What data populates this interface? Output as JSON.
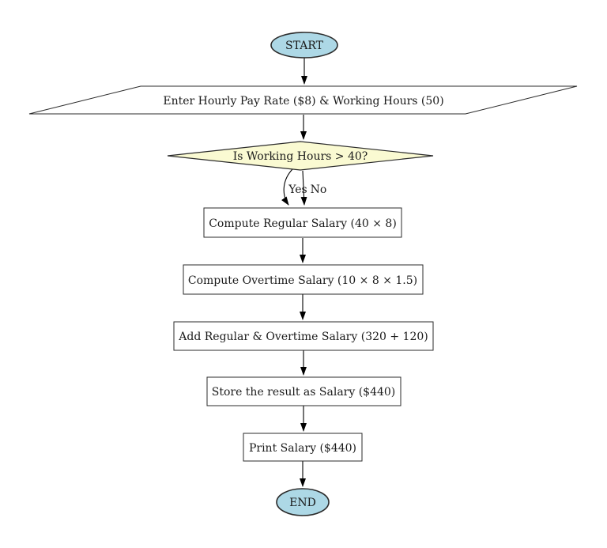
{
  "flowchart": {
    "nodes": {
      "start": {
        "label": "START",
        "type": "terminal"
      },
      "input": {
        "label": "Enter Hourly Pay Rate ($8) & Working Hours (50)",
        "type": "io-parallelogram"
      },
      "decision": {
        "label": "Is Working Hours > 40?",
        "type": "decision-diamond"
      },
      "compute_regular": {
        "label": "Compute Regular Salary (40 × 8)",
        "type": "process"
      },
      "compute_overtime": {
        "label": "Compute Overtime Salary (10 × 8 × 1.5)",
        "type": "process"
      },
      "add_salaries": {
        "label": "Add Regular & Overtime Salary (320 + 120)",
        "type": "process"
      },
      "store_result": {
        "label": "Store the result as Salary ($440)",
        "type": "process"
      },
      "print_salary": {
        "label": "Print Salary ($440)",
        "type": "process"
      },
      "end": {
        "label": "END",
        "type": "terminal"
      }
    },
    "edge_labels": {
      "yes": "Yes",
      "no": "No"
    },
    "colors": {
      "terminal_fill": "#add8e6",
      "decision_fill": "#fafad2",
      "process_fill": "#ffffff",
      "border": "#2b2b2b",
      "arrow": "#000000",
      "text": "#1a1a1a"
    }
  }
}
